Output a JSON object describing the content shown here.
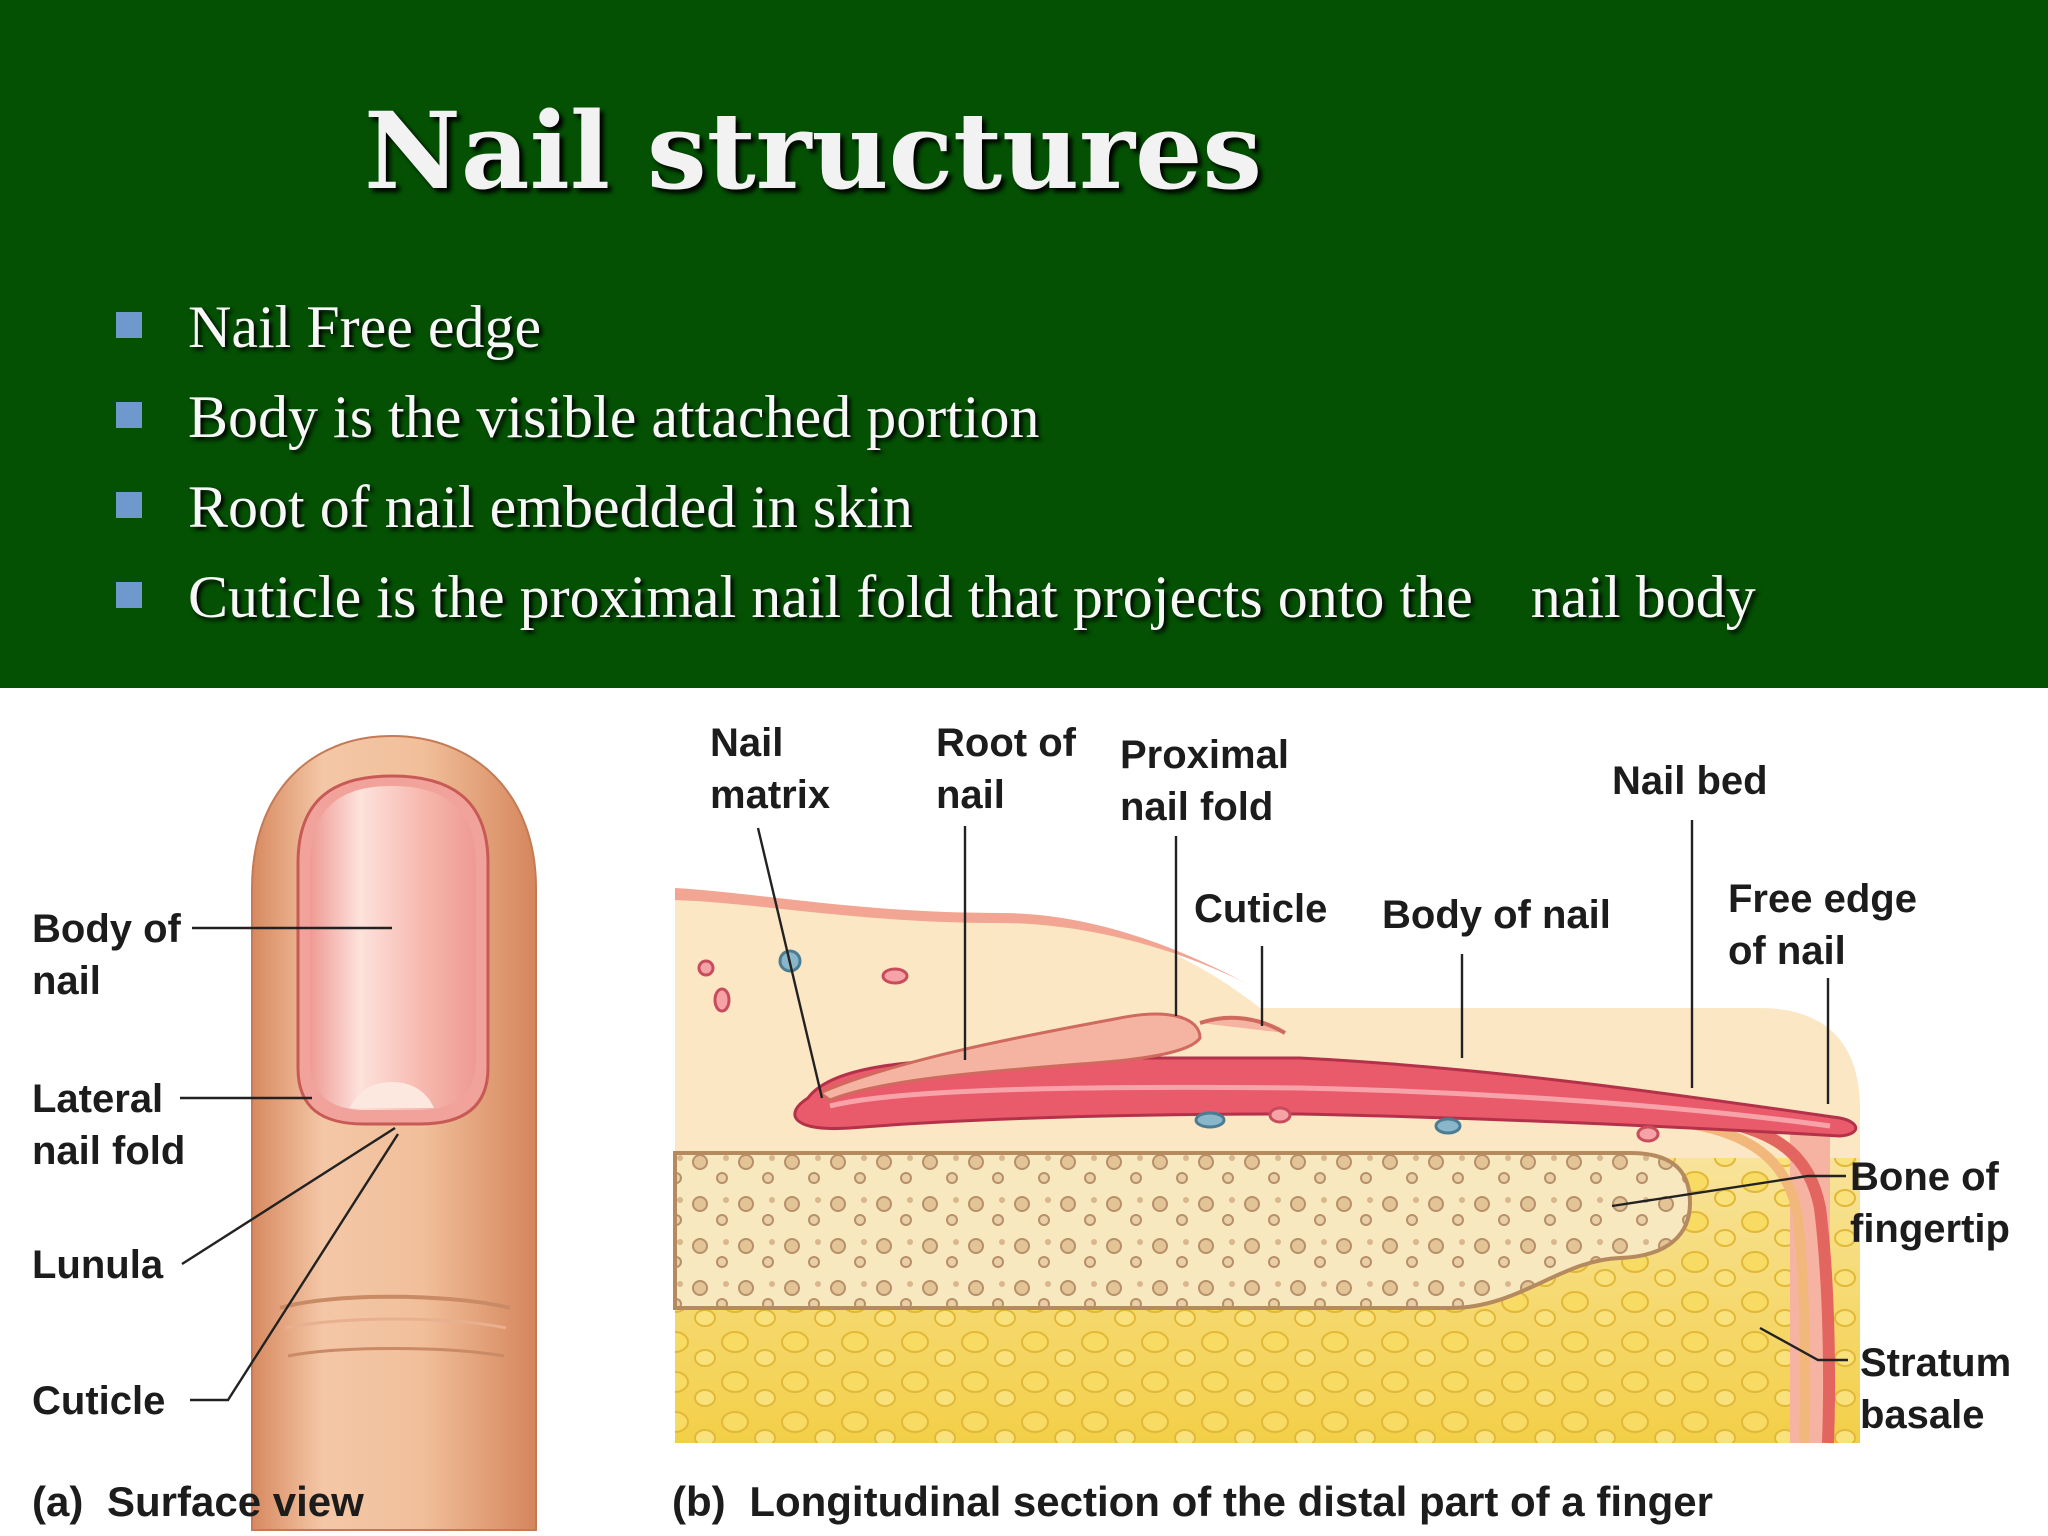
{
  "slide": {
    "title": "Nail structures",
    "bullets": [
      {
        "text": "Nail Free edge"
      },
      {
        "text": "Body is the visible attached portion"
      },
      {
        "text": "Root of nail embedded in skin"
      },
      {
        "text": "Cuticle is the proximal nail fold that projects onto the",
        "text_after_gap": "nail body"
      }
    ],
    "colors": {
      "header_bg": "#045104",
      "bullet_marker": "#6f98cc",
      "title_text": "#f2f2f2"
    }
  },
  "figure": {
    "surface_view": {
      "labels": {
        "body_of_nail": [
          "Body of",
          "nail"
        ],
        "lateral_nail_fold": [
          "Lateral",
          "nail fold"
        ],
        "lunula": "Lunula",
        "cuticle": "Cuticle"
      },
      "caption_letter": "(a)",
      "caption": "Surface view"
    },
    "section_view": {
      "labels": {
        "nail_matrix": [
          "Nail",
          "matrix"
        ],
        "root_of_nail": [
          "Root of",
          "nail"
        ],
        "proximal_nail_fold": [
          "Proximal",
          "nail fold"
        ],
        "nail_bed": "Nail bed",
        "cuticle": "Cuticle",
        "body_of_nail": "Body of nail",
        "free_edge_of_nail": [
          "Free edge",
          "of nail"
        ],
        "bone_of_fingertip": [
          "Bone of",
          "fingertip"
        ],
        "stratum_basale": [
          "Stratum",
          "basale"
        ]
      },
      "caption_letter": "(b)",
      "caption": "Longitudinal section of the distal part of a finger"
    }
  }
}
